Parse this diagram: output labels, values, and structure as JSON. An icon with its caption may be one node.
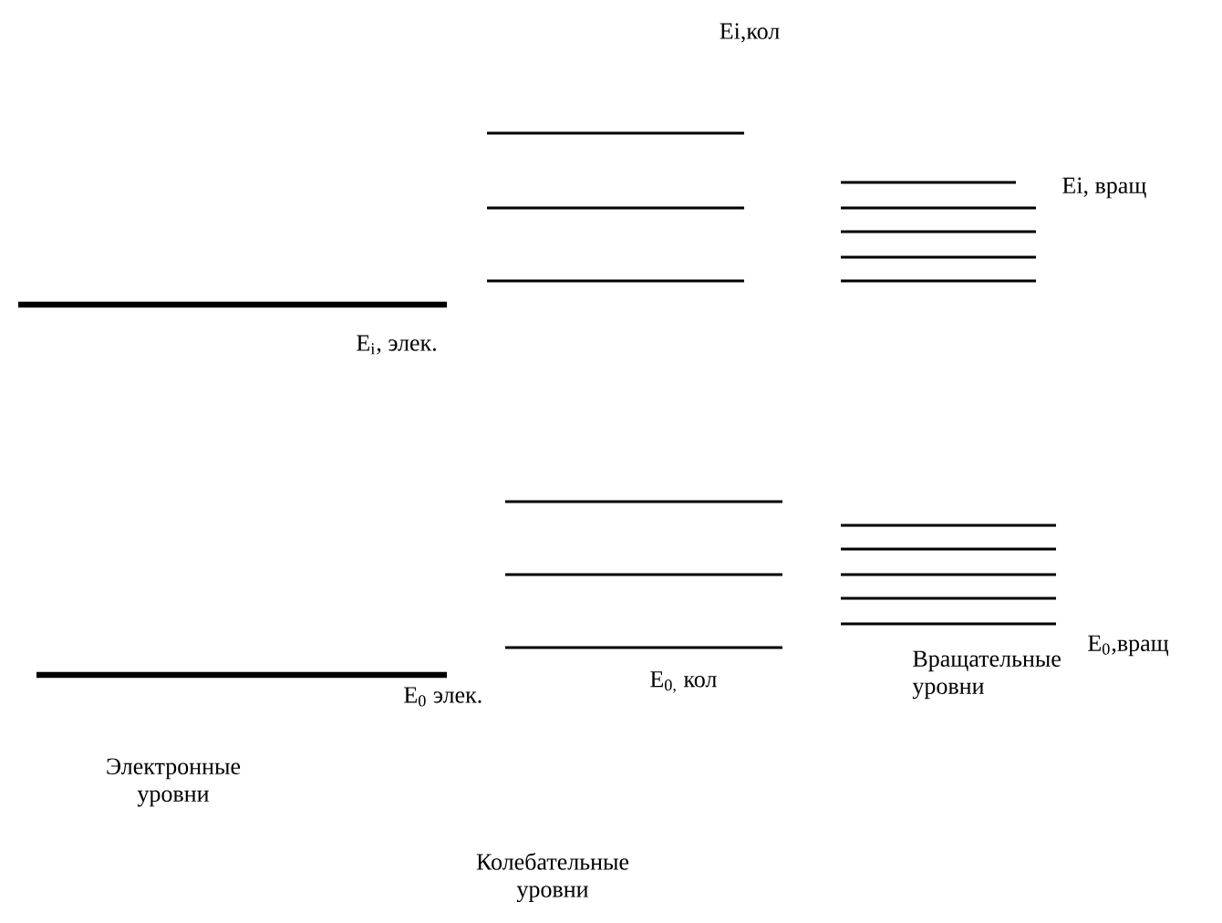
{
  "diagram": {
    "labels": [
      "Ei,кол",
      "Ei, вращ",
      "E$_{i}$, элек.",
      "E$_{0}$,вращ",
      "E$_{0}$ элек.",
      "E$_{0,}$ кол",
      "Вращательные уровни",
      "Электронные уровни",
      "Колебательные уровни"
    ]
  }
}
